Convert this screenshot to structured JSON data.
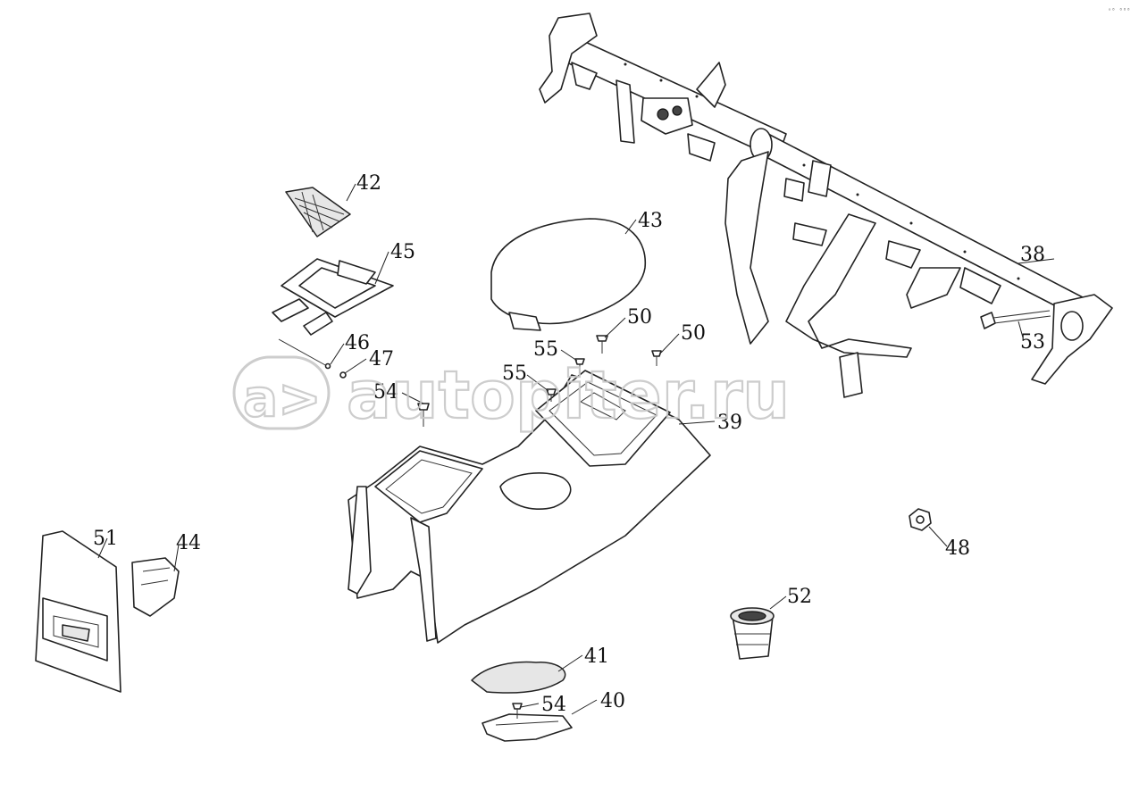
{
  "watermark": {
    "text": "autopiter.ru",
    "logo_glyph": "a>"
  },
  "corner_mark": "ᵒ⁰ ⁰⁰⁰",
  "callouts": [
    {
      "id": "38",
      "label": "38"
    },
    {
      "id": "39",
      "label": "39"
    },
    {
      "id": "40",
      "label": "40"
    },
    {
      "id": "41",
      "label": "41"
    },
    {
      "id": "42",
      "label": "42"
    },
    {
      "id": "43",
      "label": "43"
    },
    {
      "id": "44",
      "label": "44"
    },
    {
      "id": "45",
      "label": "45"
    },
    {
      "id": "46",
      "label": "46"
    },
    {
      "id": "47",
      "label": "47"
    },
    {
      "id": "48",
      "label": "48"
    },
    {
      "id": "50a",
      "label": "50"
    },
    {
      "id": "50b",
      "label": "50"
    },
    {
      "id": "51",
      "label": "51"
    },
    {
      "id": "52",
      "label": "52"
    },
    {
      "id": "53",
      "label": "53"
    },
    {
      "id": "54a",
      "label": "54"
    },
    {
      "id": "54b",
      "label": "54"
    },
    {
      "id": "55a",
      "label": "55"
    },
    {
      "id": "55b",
      "label": "55"
    }
  ],
  "colors": {
    "line": "#222222",
    "watermark": "#c8c8c8",
    "background": "#ffffff"
  }
}
